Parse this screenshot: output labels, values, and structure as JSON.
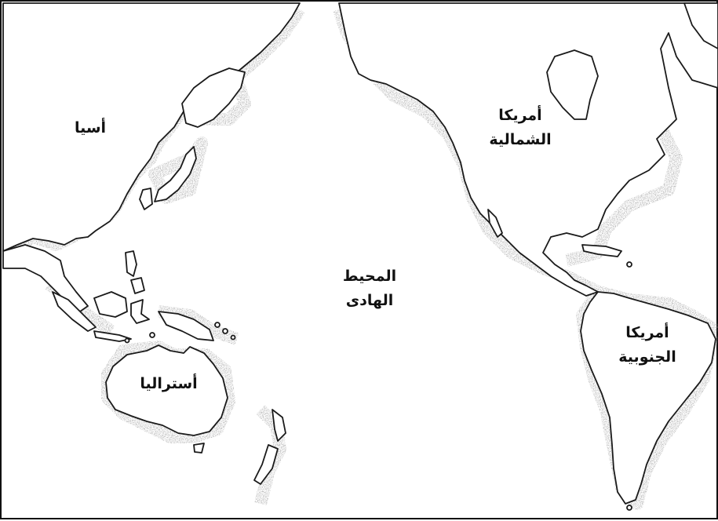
{
  "map": {
    "colors": {
      "coast": "#1a1a1a",
      "stipple": "#8a8a8a",
      "water": "#ffffff",
      "border": "#111111"
    },
    "labels": {
      "asia": "أسيا",
      "north_america": [
        "أمريكا",
        "الشمالية"
      ],
      "pacific_ocean": [
        "المحيط",
        "الهادى"
      ],
      "south_america": [
        "أمريكا",
        "الجنوبية"
      ],
      "australia": "أستراليا"
    }
  }
}
